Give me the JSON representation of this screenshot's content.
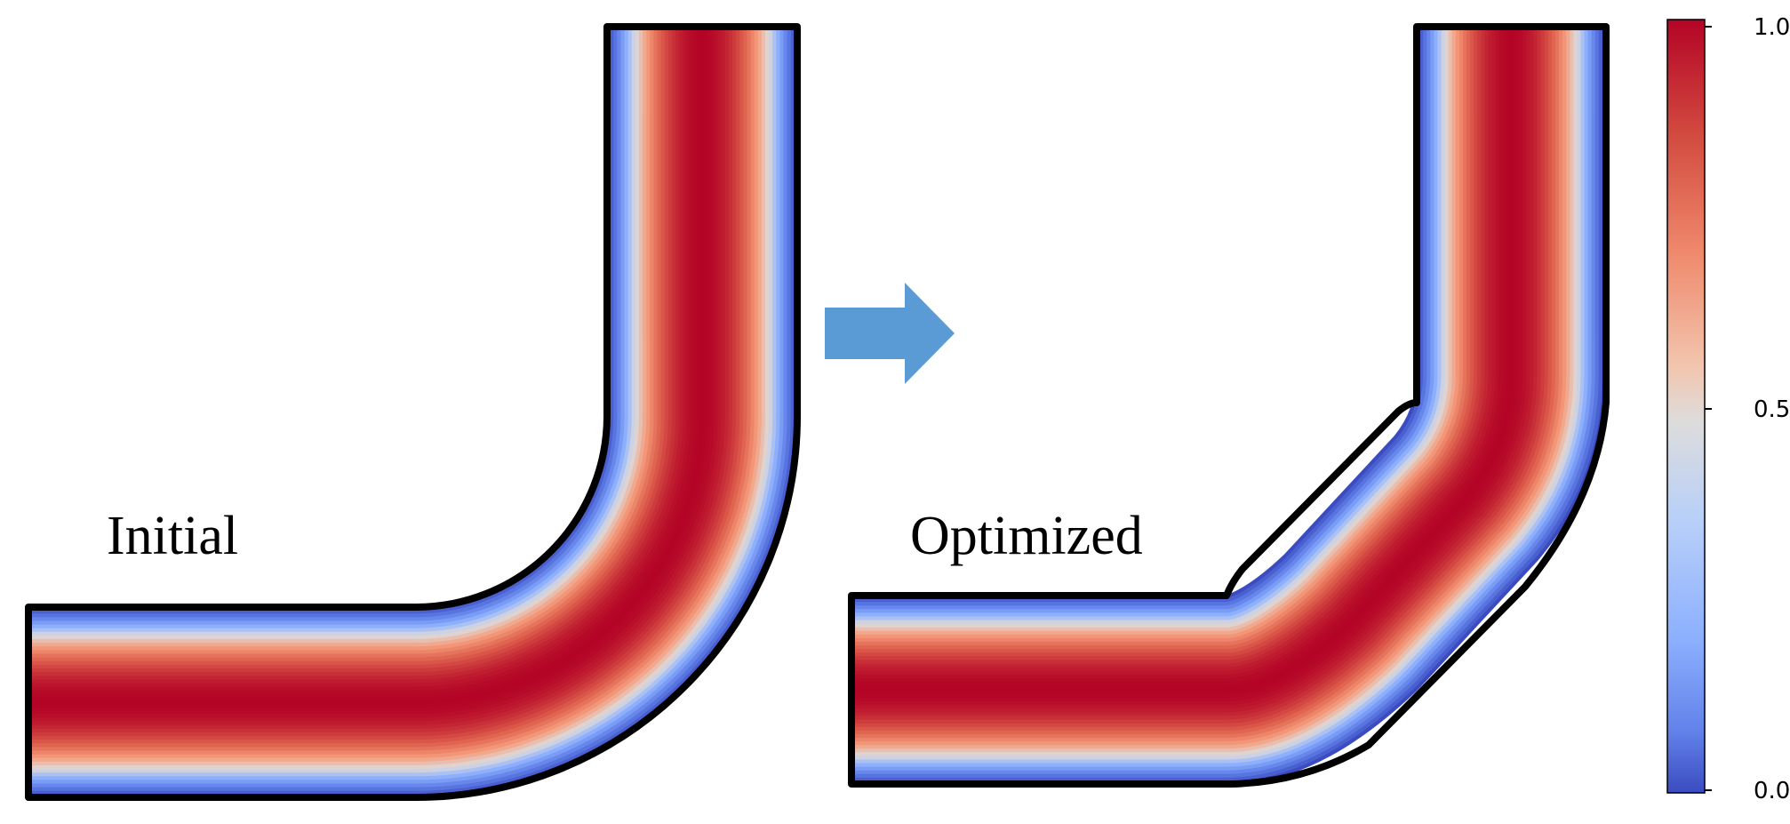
{
  "panels": {
    "initial": {
      "label": "Initial"
    },
    "optimized": {
      "label": "Optimized"
    }
  },
  "arrow": {
    "color": "#5B9BD5"
  },
  "colorbar": {
    "ticks": [
      "1.0",
      "0.5",
      "0.0"
    ],
    "colormap": "coolwarm",
    "min_color": "#3B4CC0",
    "mid_color": "#DDDDDD",
    "max_color": "#B40426"
  }
}
